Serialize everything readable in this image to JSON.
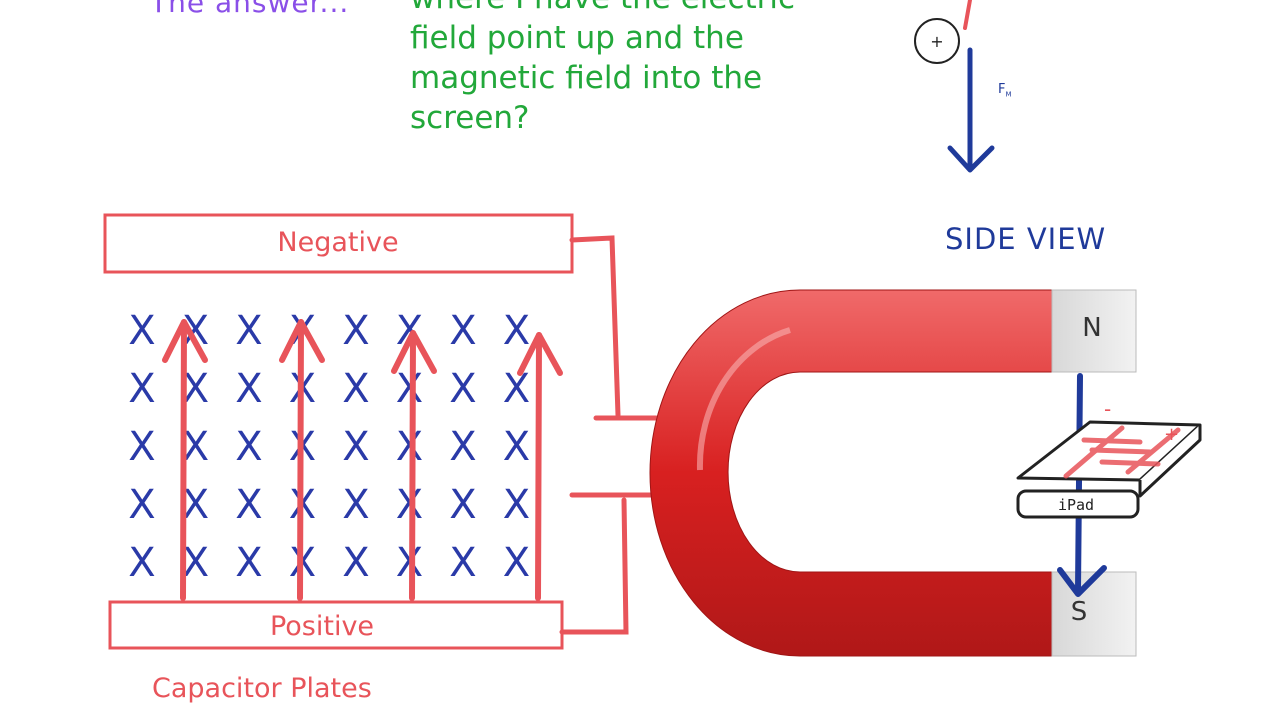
{
  "header": {
    "answer_text": "The answer...",
    "question_lines": [
      "where I have the electric",
      "field point up and the",
      "magnetic field into the",
      "screen?"
    ]
  },
  "force_label": "F",
  "force_subscript": "M",
  "charge_symbol": "+",
  "capacitor": {
    "negative_label": "Negative",
    "positive_label": "Positive",
    "caption": "Capacitor Plates",
    "field_mark": "X",
    "field_mark_rows": 5,
    "field_mark_cols": 8,
    "electric_field_arrow_count": 4
  },
  "side_view_label": "SIDE VIEW",
  "magnet": {
    "north_label": "N",
    "south_label": "S"
  },
  "device": {
    "label": "iPad",
    "minus_sign": "-",
    "plus_sign": "+"
  },
  "colors": {
    "red_ink": "#e8545a",
    "blue_ink": "#2a3aa8",
    "green_ink": "#22a83a",
    "purple_ink": "#8a4fe8",
    "magnet_red": "#e02a2a"
  }
}
